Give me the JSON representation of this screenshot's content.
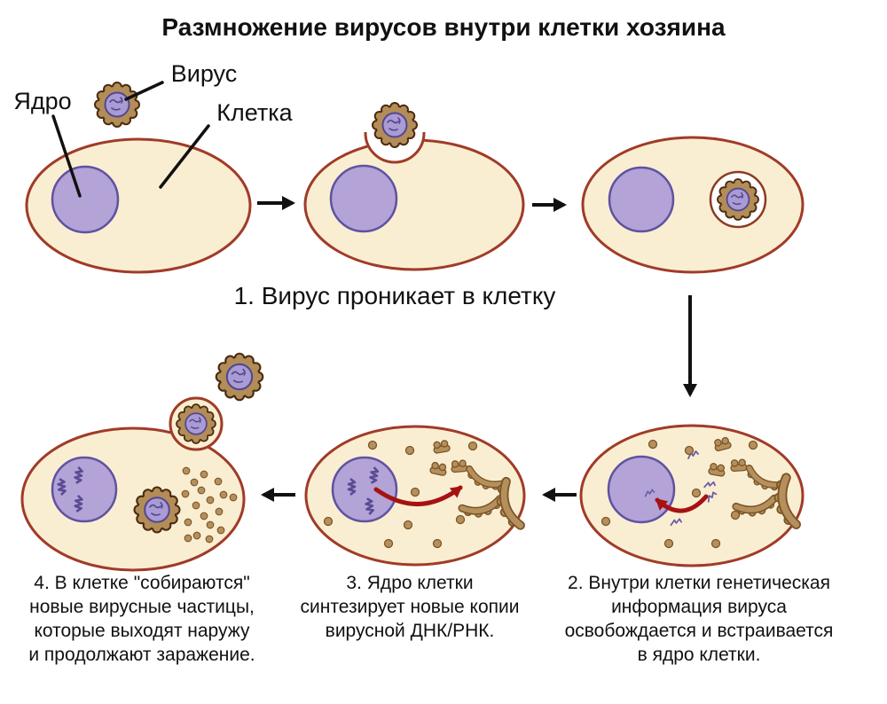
{
  "title": "Размножение вирусов внутри клетки хозяина",
  "labels": {
    "nucleus": "Ядро",
    "virus": "Вирус",
    "cell": "Клетка"
  },
  "steps": {
    "step1": {
      "lines": [
        "1. Вирус проникает в клетку"
      ]
    },
    "step2": {
      "lines": [
        "2. Внутри клетки генетическая",
        "информация вируса",
        "освобождается и встраивается",
        "в ядро клетки."
      ]
    },
    "step3": {
      "lines": [
        "3. Ядро клетки",
        "синтезирует новые копии",
        "вирусной ДНК/РНК."
      ]
    },
    "step4": {
      "lines": [
        "4. В клетке \"собираются\"",
        "новые вирусные частицы,",
        "которые выходят наружу",
        "и продолжают заражение."
      ]
    }
  },
  "colors": {
    "background": "#ffffff",
    "text": "#111111",
    "cell_fill": "#faeed2",
    "cell_border": "#a03b28",
    "nucleus_fill": "#b3a3d7",
    "nucleus_border": "#5f52a0",
    "capsid_fill": "#b28d58",
    "capsid_border": "#4a2a0e",
    "viral_core_fill": "#a99bd3",
    "viral_core_border": "#564691",
    "organelle_fill": "#b5905c",
    "organelle_border": "#7c5527",
    "rna_color": "#6c5ba8",
    "red_arrow": "#a61212",
    "black_arrow": "#111111"
  }
}
